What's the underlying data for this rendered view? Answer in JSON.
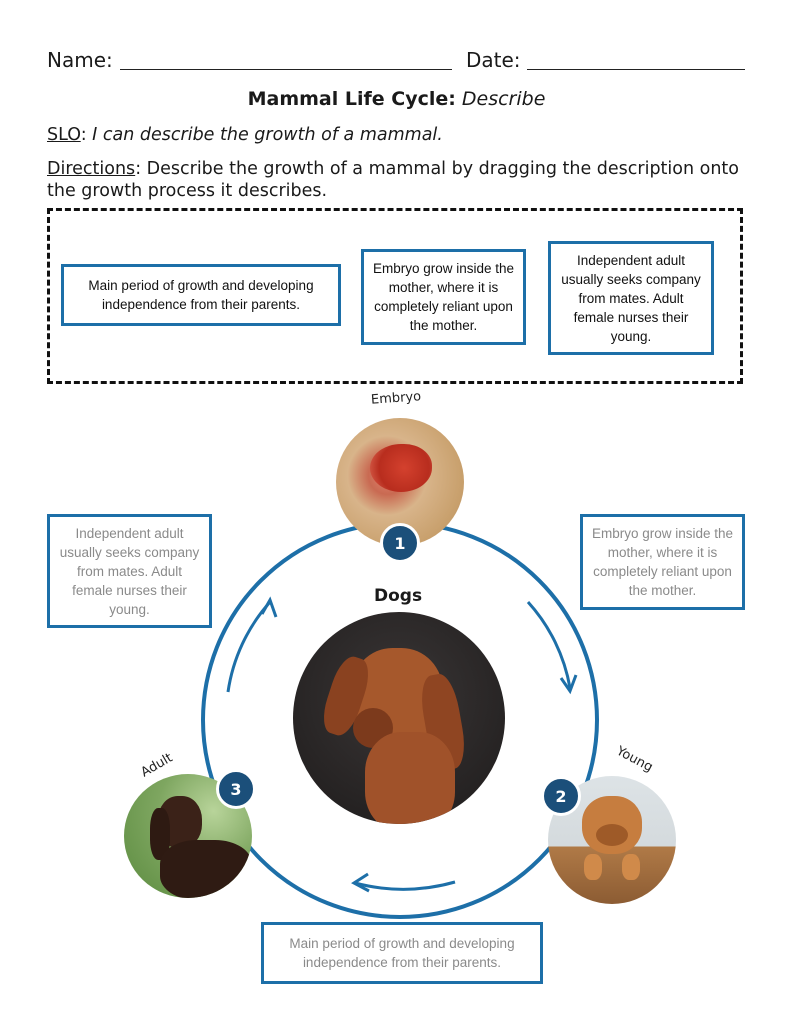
{
  "header": {
    "name_label": "Name:",
    "date_label": "Date:"
  },
  "title": {
    "bold": "Mammal Life Cycle:",
    "italic": "Describe"
  },
  "slo": {
    "label": "SLO",
    "text": "I can describe the growth of a mammal."
  },
  "directions": {
    "label": "Directions",
    "text": ": Describe the growth of a mammal by dragging the description onto the growth process it describes."
  },
  "draggable_cards": [
    "Main period of growth and developing independence from their parents.",
    "Embryo grow inside the mother, where it is completely reliant upon the mother.",
    "Independent adult usually seeks company from mates. Adult female nurses their young."
  ],
  "cycle": {
    "center_label": "Dogs",
    "stages": [
      {
        "number": "1",
        "label": "Embryo"
      },
      {
        "number": "2",
        "label": "Young"
      },
      {
        "number": "3",
        "label": "Adult"
      }
    ],
    "accent_color": "#1d6fa8",
    "badge_color": "#1b4f7a"
  },
  "target_slots": {
    "embryo": "Embryo grow inside the mother, where it is completely reliant upon the mother.",
    "young": "Main period of growth and developing independence from their parents.",
    "adult": "Independent adult usually seeks company from mates. Adult female nurses their young."
  }
}
